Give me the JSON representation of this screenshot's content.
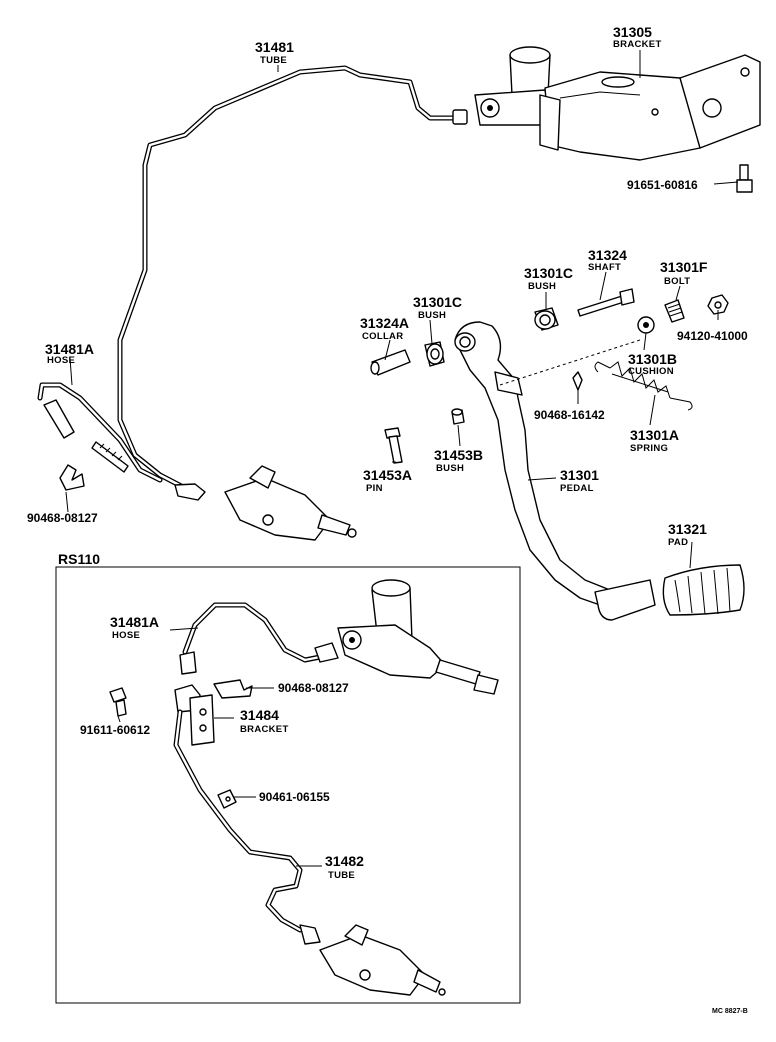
{
  "labels": {
    "p31481": {
      "num": "31481",
      "name": "TUBE"
    },
    "p31305": {
      "num": "31305",
      "name": "BRACKET"
    },
    "p91651": {
      "num": "91651-60816"
    },
    "p31324": {
      "num": "31324",
      "name": "SHAFT"
    },
    "p31301C_top": {
      "num": "31301C",
      "name": "BUSH"
    },
    "p31301F": {
      "num": "31301F",
      "name": "BOLT"
    },
    "p94120": {
      "num": "94120-41000"
    },
    "p31301C_left": {
      "num": "31301C",
      "name": "BUSH"
    },
    "p31324A": {
      "num": "31324A",
      "name": "COLLAR"
    },
    "p31301B": {
      "num": "31301B",
      "name": "CUSHION"
    },
    "p90468_16142": {
      "num": "90468-16142"
    },
    "p31301A": {
      "num": "31301A",
      "name": "SPRING"
    },
    "p31481A_top": {
      "num": "31481A",
      "name": "HOSE"
    },
    "p90468_08127_top": {
      "num": "90468-08127"
    },
    "p31453B": {
      "num": "31453B",
      "name": "BUSH"
    },
    "p31453A": {
      "num": "31453A",
      "name": "PIN"
    },
    "p31301": {
      "num": "31301",
      "name": "PEDAL"
    },
    "p31321": {
      "num": "31321",
      "name": "PAD"
    },
    "p31481A_inset": {
      "num": "31481A",
      "name": "HOSE"
    },
    "p90468_08127_inset": {
      "num": "90468-08127"
    },
    "p91611": {
      "num": "91611-60612"
    },
    "p31484": {
      "num": "31484",
      "name": "BRACKET"
    },
    "p90461": {
      "num": "90461-06155"
    },
    "p31482": {
      "num": "31482",
      "name": "TUBE"
    }
  },
  "inset": {
    "title": "RS110"
  },
  "footer": {
    "code": "MC 8827-B"
  }
}
